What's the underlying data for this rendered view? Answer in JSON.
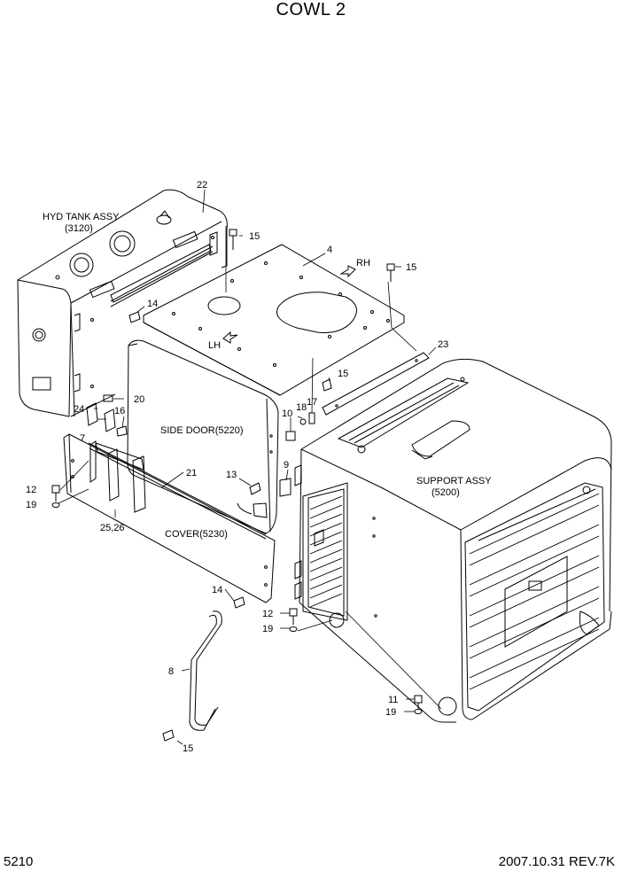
{
  "title": "COWL 2",
  "page_number": "5210",
  "date_rev": "2007.10.31  REV.7K",
  "assemblies": {
    "hyd_tank_line1": "HYD TANK ASSY",
    "hyd_tank_line2": "(3120)",
    "support_line1": "SUPPORT ASSY",
    "support_line2": "(5200)",
    "side_door": "SIDE DOOR(5220)",
    "cover": "COVER(5230)"
  },
  "directions": {
    "rh": "RH",
    "lh": "LH"
  },
  "callouts": {
    "c22": "22",
    "c15a": "15",
    "c4": "4",
    "c15b": "15",
    "c14a": "14",
    "c23": "23",
    "c15c": "15",
    "c20": "20",
    "c16": "16",
    "c10": "10",
    "c18": "18",
    "c17": "17",
    "c24": "24",
    "c7": "7",
    "c21": "21",
    "c13": "13",
    "c9": "9",
    "c12a": "12",
    "c19a": "19",
    "c2526": "25,26",
    "c14b": "14",
    "c12b": "12",
    "c19b": "19",
    "c8": "8",
    "c11": "11",
    "c19c": "19",
    "c15d": "15"
  }
}
